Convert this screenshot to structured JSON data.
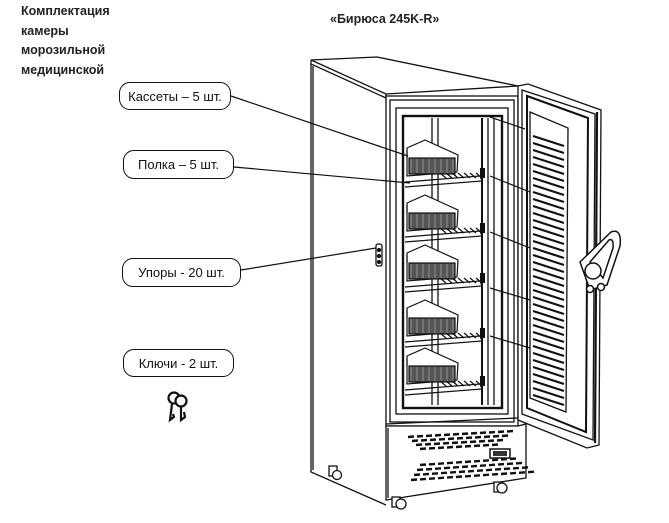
{
  "heading": {
    "lines": [
      "Комплектация",
      "камеры",
      "морозильной",
      "медицинской"
    ]
  },
  "model_label": "«Бирюса 245K-R»",
  "callouts": [
    {
      "id": "cassettes",
      "label": "Кассеты – 5 шт."
    },
    {
      "id": "shelf",
      "label": "Полка – 5 шт."
    },
    {
      "id": "stops",
      "label": "Упоры - 20 шт."
    },
    {
      "id": "keys",
      "label": "Ключи - 2 шт."
    }
  ],
  "icons": {
    "keys": "keys-icon",
    "handle": "door-handle-icon",
    "lock": "lock-icon",
    "display": "control-display-icon"
  },
  "colors": {
    "line": "#111111",
    "background": "#ffffff",
    "mesh": "#444444"
  }
}
